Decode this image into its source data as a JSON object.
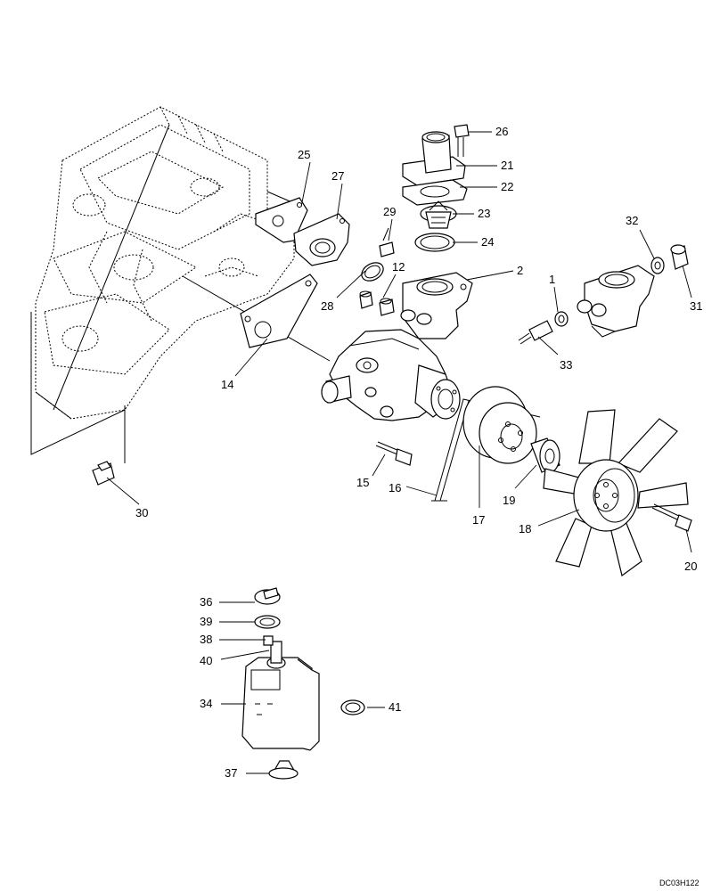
{
  "drawing_code": "DC03H122",
  "callouts": {
    "c1": "1",
    "c2": "2",
    "c12": "12",
    "c14": "14",
    "c15": "15",
    "c16": "16",
    "c17": "17",
    "c18": "18",
    "c19": "19",
    "c20": "20",
    "c21": "21",
    "c22": "22",
    "c23": "23",
    "c24": "24",
    "c25": "25",
    "c26": "26",
    "c27": "27",
    "c28": "28",
    "c29": "29",
    "c30": "30",
    "c31": "31",
    "c32": "32",
    "c33": "33",
    "c34": "34",
    "c36": "36",
    "c37": "37",
    "c38": "38",
    "c39": "39",
    "c40": "40",
    "c41": "41"
  }
}
